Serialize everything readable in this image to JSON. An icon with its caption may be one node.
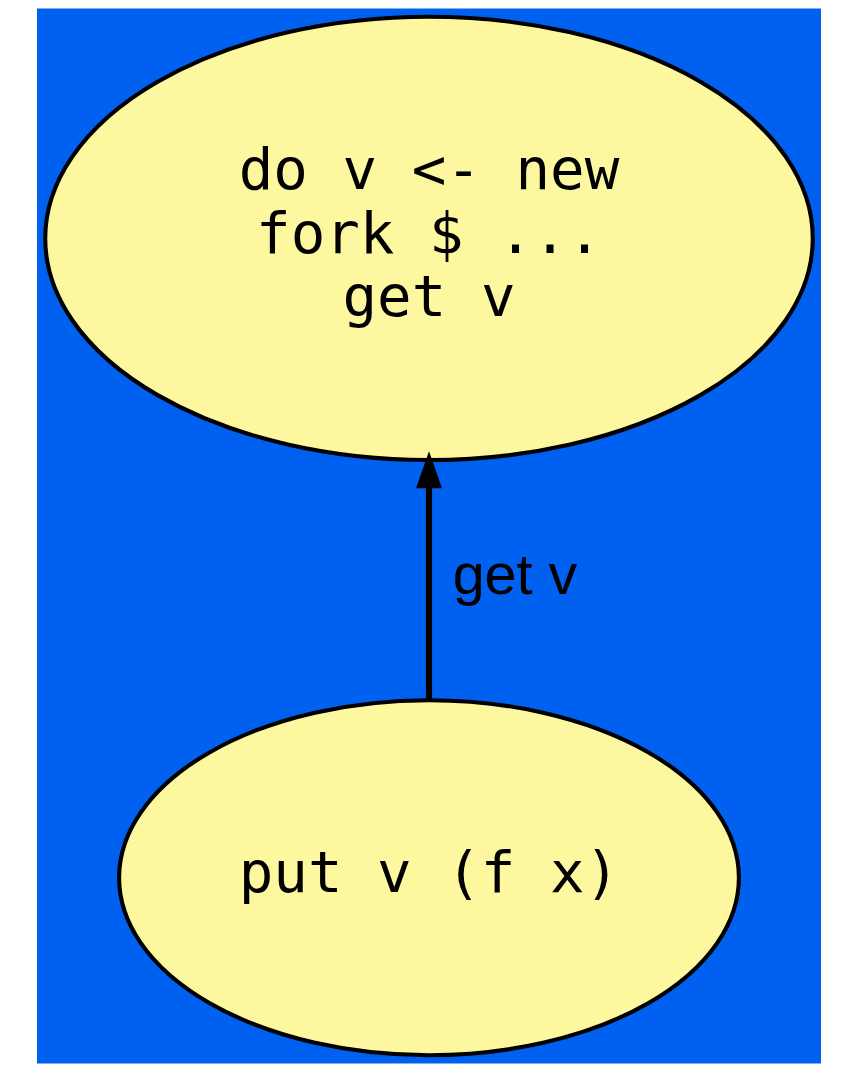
{
  "diagram": {
    "nodes": [
      {
        "text": [
          "do v <- new",
          "fork $ ...",
          "get v"
        ]
      },
      {
        "text": [
          "put v (f x)"
        ]
      }
    ],
    "edges": [
      {
        "from": 1,
        "to": 0,
        "arrow": "to",
        "label": "get v"
      }
    ]
  }
}
